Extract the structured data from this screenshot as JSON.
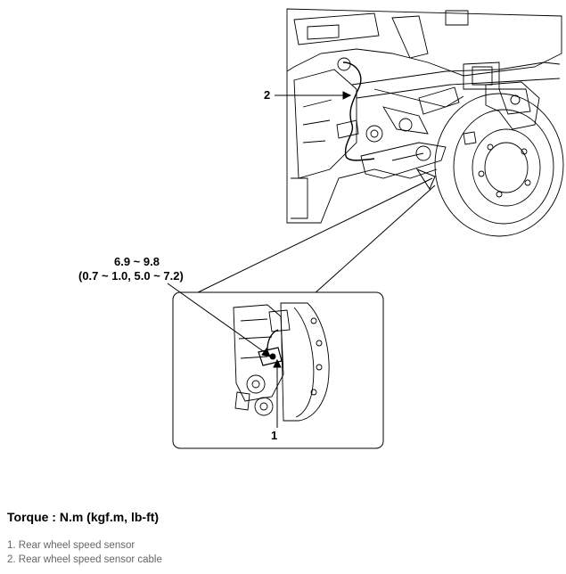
{
  "callouts": {
    "label_2": "2",
    "label_1": "1",
    "torque_value_line1": "6.9 ~ 9.8",
    "torque_value_line2": "(0.7 ~ 1.0, 5.0 ~ 7.2)"
  },
  "caption": {
    "torque_title": "Torque : N.m (kgf.m, lb-ft)"
  },
  "legend": [
    "1. Rear wheel speed sensor",
    "2. Rear wheel speed sensor cable"
  ]
}
